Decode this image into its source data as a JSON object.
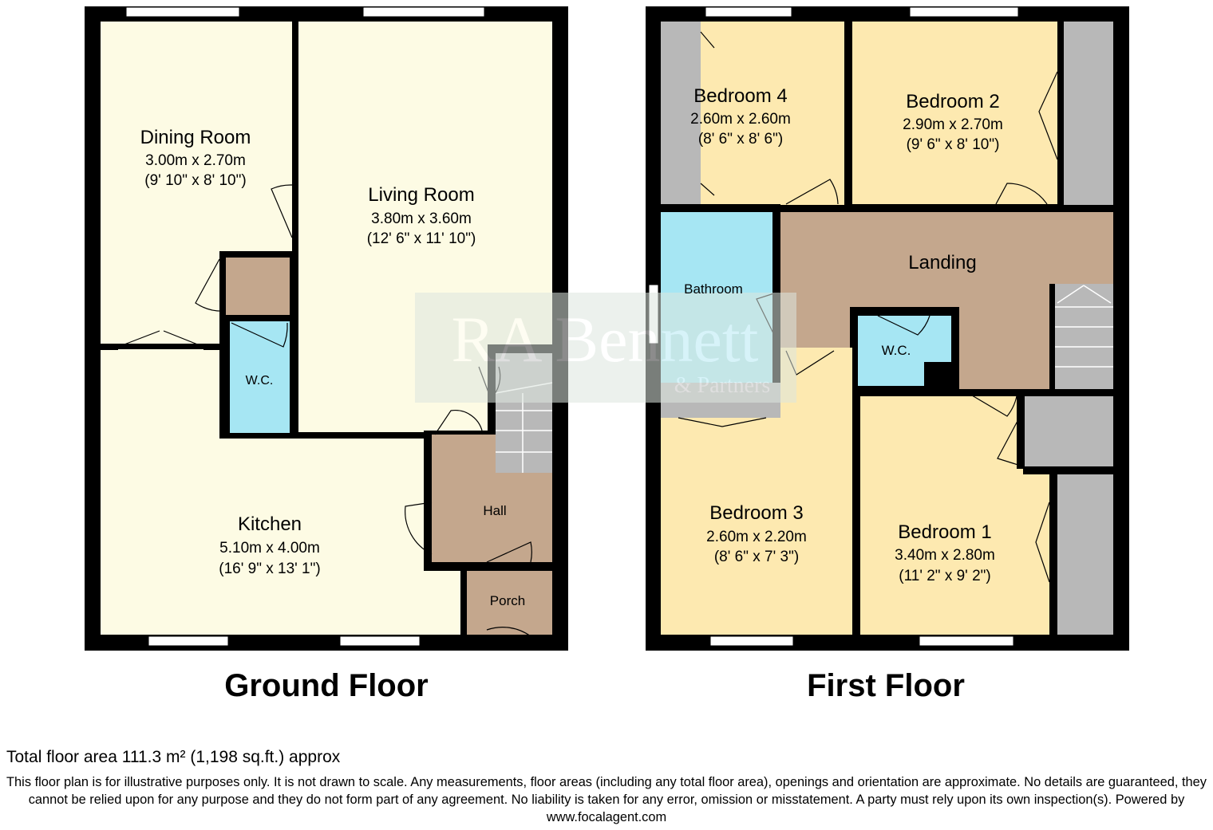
{
  "watermark": {
    "main": "RA Bennett",
    "sub": "& Partners"
  },
  "ground_floor": {
    "title": "Ground Floor",
    "rooms": {
      "dining_room": {
        "name": "Dining Room",
        "metric": "3.00m x 2.70m",
        "imperial": "(9' 10\" x 8' 10\")"
      },
      "living_room": {
        "name": "Living Room",
        "metric": "3.80m x 3.60m",
        "imperial": "(12' 6\" x 11' 10\")"
      },
      "wc": {
        "name": "W.C."
      },
      "kitchen": {
        "name": "Kitchen",
        "metric": "5.10m x 4.00m",
        "imperial": "(16' 9\" x 13' 1\")"
      },
      "hall": {
        "name": "Hall"
      },
      "porch": {
        "name": "Porch"
      }
    }
  },
  "first_floor": {
    "title": "First Floor",
    "rooms": {
      "bedroom4": {
        "name": "Bedroom 4",
        "metric": "2.60m x 2.60m",
        "imperial": "(8' 6\" x 8' 6\")"
      },
      "bedroom2": {
        "name": "Bedroom 2",
        "metric": "2.90m x 2.70m",
        "imperial": "(9' 6\" x 8' 10\")"
      },
      "bathroom": {
        "name": "Bathroom"
      },
      "landing": {
        "name": "Landing"
      },
      "wc": {
        "name": "W.C."
      },
      "bedroom3": {
        "name": "Bedroom 3",
        "metric": "2.60m x 2.20m",
        "imperial": "(8' 6\" x 7' 3\")"
      },
      "bedroom1": {
        "name": "Bedroom 1",
        "metric": "3.40m x 2.80m",
        "imperial": "(11' 2\" x 9' 2\")"
      }
    }
  },
  "footer": {
    "total_area": "Total floor area 111.3 m² (1,198 sq.ft.) approx",
    "disclaimer": "This floor plan is for illustrative purposes only. It is not drawn to scale. Any measurements, floor areas (including any total floor area), openings and orientation are approximate. No details are guaranteed, they cannot be relied upon for any purpose and they do not form part of any agreement. No liability is taken for any error, omission or misstatement. A party must rely upon its own inspection(s). Powered by www.focalagent.com"
  },
  "colors": {
    "wall": "#000000",
    "living": "#fdfbe4",
    "bedroom": "#fde9b0",
    "wet_room": "#a6e6f3",
    "circulation": "#c4a78d",
    "storage": "#b8b8b8",
    "window": "#ffffff"
  }
}
